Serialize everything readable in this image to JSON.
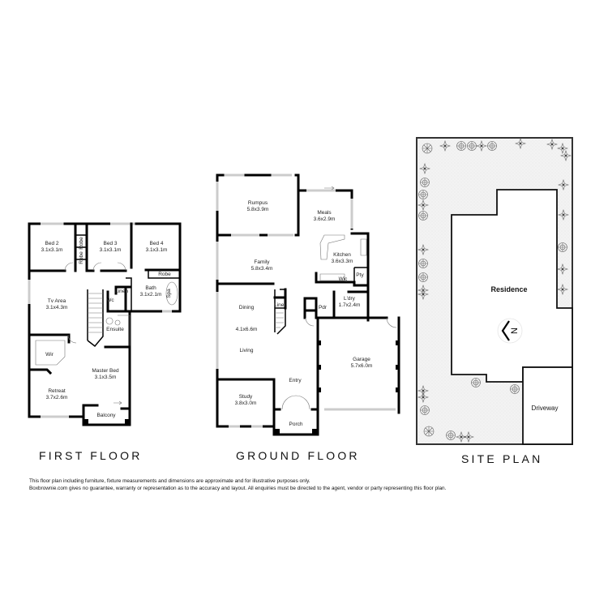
{
  "first_floor": {
    "title": "FIRST FLOOR",
    "rooms": {
      "bed2": {
        "name": "Bed 2",
        "size": "3.1x3.1m"
      },
      "bed3": {
        "name": "Bed 3",
        "size": "3.1x3.1m"
      },
      "bed4": {
        "name": "Bed 4",
        "size": "3.1x3.1m"
      },
      "robe1": {
        "name": "Robe"
      },
      "robe2": {
        "name": "Robe"
      },
      "robe3": {
        "name": "Robe"
      },
      "tv_area": {
        "name": "Tv Area",
        "size": "3.1x4.3m"
      },
      "linen": {
        "name": "Linen"
      },
      "wc": {
        "name": "Wc"
      },
      "bath": {
        "name": "Bath",
        "size": "3.1x2.1m"
      },
      "spa": {
        "name": "Spa"
      },
      "ensuite": {
        "name": "Ensuite"
      },
      "wir": {
        "name": "Wir"
      },
      "master_bed": {
        "name": "Master Bed",
        "size": "3.1x3.5m"
      },
      "retreat": {
        "name": "Retreat",
        "size": "3.7x2.6m"
      },
      "balcony": {
        "name": "Balcony"
      }
    }
  },
  "ground_floor": {
    "title": "GROUND FLOOR",
    "rooms": {
      "rumpus": {
        "name": "Rumpus",
        "size": "5.8x3.9m"
      },
      "meals": {
        "name": "Meals",
        "size": "3.6x2.9m"
      },
      "kitchen": {
        "name": "Kitchen",
        "size": "3.6x3.3m"
      },
      "pty": {
        "name": "Pty"
      },
      "wic": {
        "name": "Wic"
      },
      "family": {
        "name": "Family",
        "size": "5.8x3.4m"
      },
      "dining": {
        "name": "Dining"
      },
      "dining_living_size": {
        "size": "4.1x6.6m"
      },
      "living": {
        "name": "Living"
      },
      "linen": {
        "name": "Linen"
      },
      "pdr": {
        "name": "Pdr"
      },
      "ldry": {
        "name": "L'dry",
        "size": "1.7x2.4m"
      },
      "garage": {
        "name": "Garage",
        "size": "5.7x6.0m"
      },
      "entry": {
        "name": "Entry"
      },
      "study": {
        "name": "Study",
        "size": "3.8x3.0m"
      },
      "porch": {
        "name": "Porch"
      }
    }
  },
  "site_plan": {
    "title": "SITE PLAN",
    "residence": "Residence",
    "driveway": "Driveway",
    "north_label": "N",
    "icons": {
      "north_arrow": "compass-north-arrow"
    }
  },
  "disclaimer": {
    "line1": "This floor plan including furniture, fixture measurements and dimensions are approximate and for illustrative purposes only.",
    "line2": "Boxbrownie.com gives no guarantee, warranty or representation as to the accuracy and layout. All enquiries must be directed to the agent, vendor or party representing this floor plan."
  }
}
